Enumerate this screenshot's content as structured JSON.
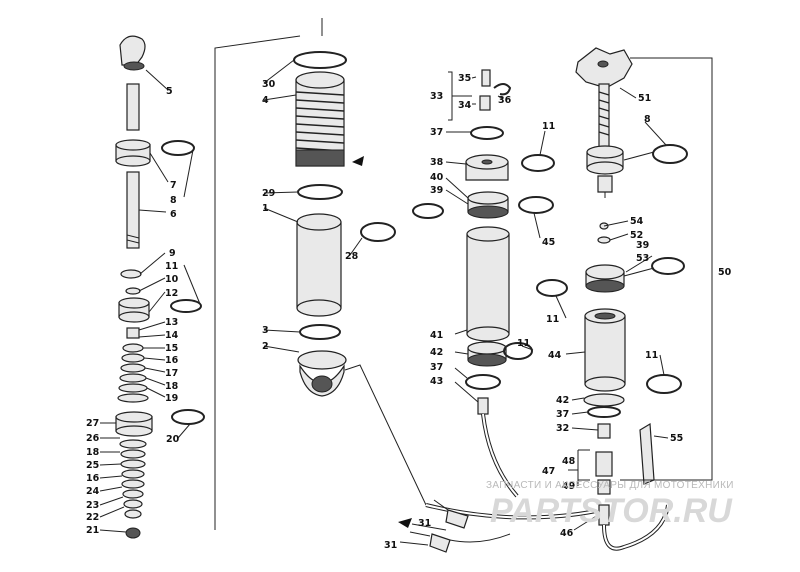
{
  "labels": [
    {
      "id": "l5",
      "text": "5"
    },
    {
      "id": "l7",
      "text": "7"
    },
    {
      "id": "l8a",
      "text": "8"
    },
    {
      "id": "l6",
      "text": "6"
    },
    {
      "id": "l9",
      "text": "9"
    },
    {
      "id": "l11a",
      "text": "11"
    },
    {
      "id": "l10",
      "text": "10"
    },
    {
      "id": "l12",
      "text": "12"
    },
    {
      "id": "l13",
      "text": "13"
    },
    {
      "id": "l14",
      "text": "14"
    },
    {
      "id": "l15",
      "text": "15"
    },
    {
      "id": "l16a",
      "text": "16"
    },
    {
      "id": "l17",
      "text": "17"
    },
    {
      "id": "l18a",
      "text": "18"
    },
    {
      "id": "l19",
      "text": "19"
    },
    {
      "id": "l27",
      "text": "27"
    },
    {
      "id": "l20",
      "text": "20"
    },
    {
      "id": "l26",
      "text": "26"
    },
    {
      "id": "l18b",
      "text": "18"
    },
    {
      "id": "l25",
      "text": "25"
    },
    {
      "id": "l16b",
      "text": "16"
    },
    {
      "id": "l24",
      "text": "24"
    },
    {
      "id": "l23",
      "text": "23"
    },
    {
      "id": "l22",
      "text": "22"
    },
    {
      "id": "l21",
      "text": "21"
    },
    {
      "id": "l30",
      "text": "30"
    },
    {
      "id": "l4",
      "text": "4"
    },
    {
      "id": "l29",
      "text": "29"
    },
    {
      "id": "l1",
      "text": "1"
    },
    {
      "id": "l28",
      "text": "28"
    },
    {
      "id": "l3",
      "text": "3"
    },
    {
      "id": "l2",
      "text": "2"
    },
    {
      "id": "l33",
      "text": "33"
    },
    {
      "id": "l35",
      "text": "35"
    },
    {
      "id": "l34",
      "text": "34"
    },
    {
      "id": "l36",
      "text": "36"
    },
    {
      "id": "l37a",
      "text": "37"
    },
    {
      "id": "l11b",
      "text": "11"
    },
    {
      "id": "l38",
      "text": "38"
    },
    {
      "id": "l40",
      "text": "40"
    },
    {
      "id": "l39a",
      "text": "39"
    },
    {
      "id": "l45",
      "text": "45"
    },
    {
      "id": "l41",
      "text": "41"
    },
    {
      "id": "l42a",
      "text": "42"
    },
    {
      "id": "l11c",
      "text": "11"
    },
    {
      "id": "l37b",
      "text": "37"
    },
    {
      "id": "l43",
      "text": "43"
    },
    {
      "id": "l51",
      "text": "51"
    },
    {
      "id": "l8b",
      "text": "8"
    },
    {
      "id": "l54",
      "text": "54"
    },
    {
      "id": "l52",
      "text": "52"
    },
    {
      "id": "l39b",
      "text": "39"
    },
    {
      "id": "l53",
      "text": "53"
    },
    {
      "id": "l11d",
      "text": "11"
    },
    {
      "id": "l44",
      "text": "44"
    },
    {
      "id": "l11e",
      "text": "11"
    },
    {
      "id": "l50",
      "text": "50"
    },
    {
      "id": "l42b",
      "text": "42"
    },
    {
      "id": "l37c",
      "text": "37"
    },
    {
      "id": "l32",
      "text": "32"
    },
    {
      "id": "l55",
      "text": "55"
    },
    {
      "id": "l47",
      "text": "47"
    },
    {
      "id": "l48",
      "text": "48"
    },
    {
      "id": "l49",
      "text": "49"
    },
    {
      "id": "l46",
      "text": "46"
    },
    {
      "id": "l31a",
      "text": "31"
    },
    {
      "id": "l31b",
      "text": "31"
    }
  ],
  "watermark": {
    "caption": "ЗАПЧАСТИ И АКСЕССУАРЫ ДЛЯ МОТОТЕХНИКИ",
    "brand": "PARTSTOR.RU"
  },
  "colors": {
    "ink": "#222222",
    "paper": "#ffffff",
    "watermark": "#d8d8d8"
  }
}
